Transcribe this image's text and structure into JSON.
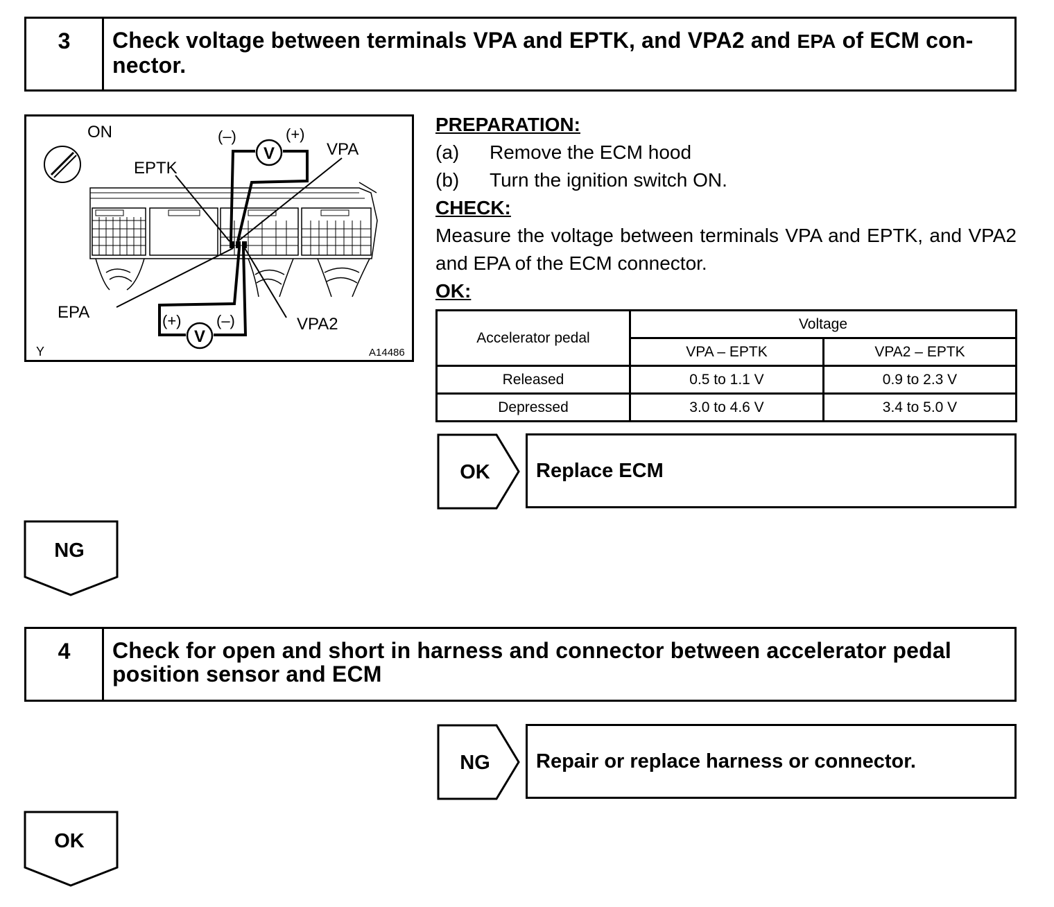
{
  "step3": {
    "number": "3",
    "title_a": "Check voltage between terminals VPA and EPTK, and VPA2 and ",
    "title_b": "EPA",
    "title_c": " of ECM con-nector."
  },
  "figure": {
    "ign_label": "ON",
    "eptk": "EPTK",
    "vpa": "VPA",
    "epa": "EPA",
    "vpa2": "VPA2",
    "minus": "(–)",
    "plus": "(+)",
    "meter": "V",
    "corner_left": "Y",
    "corner_right": "A14486"
  },
  "prep": {
    "prep_heading": "PREPARATION:",
    "steps": [
      {
        "letter": "(a)",
        "text": "Remove the ECM hood"
      },
      {
        "letter": "(b)",
        "text": "Turn the ignition switch ON."
      }
    ],
    "check_heading": "CHECK:",
    "check_text": "Measure the voltage between terminals VPA and EPTK, and VPA2 and EPA of the ECM connector.",
    "ok_heading": "OK:"
  },
  "table": {
    "col_pedal": "Accelerator pedal",
    "col_voltage": "Voltage",
    "col_vpa": "VPA – EPTK",
    "col_vpa2": "VPA2 – EPTK",
    "rows": [
      {
        "pedal": "Released",
        "vpa": "0.5 to 1.1 V",
        "vpa2": "0.9 to 2.3 V"
      },
      {
        "pedal": "Depressed",
        "vpa": "3.0 to 4.6 V",
        "vpa2": "3.4 to 5.0 V"
      }
    ]
  },
  "ok_branch": {
    "label": "OK",
    "action": "Replace ECM"
  },
  "ng_down": {
    "label": "NG"
  },
  "step4": {
    "number": "4",
    "title": "Check for open and short in harness and connector between accelerator pedal position sensor and ECM"
  },
  "ng_branch": {
    "label": "NG",
    "action": "Repair or replace harness or connector."
  },
  "ok_down": {
    "label": "OK"
  }
}
